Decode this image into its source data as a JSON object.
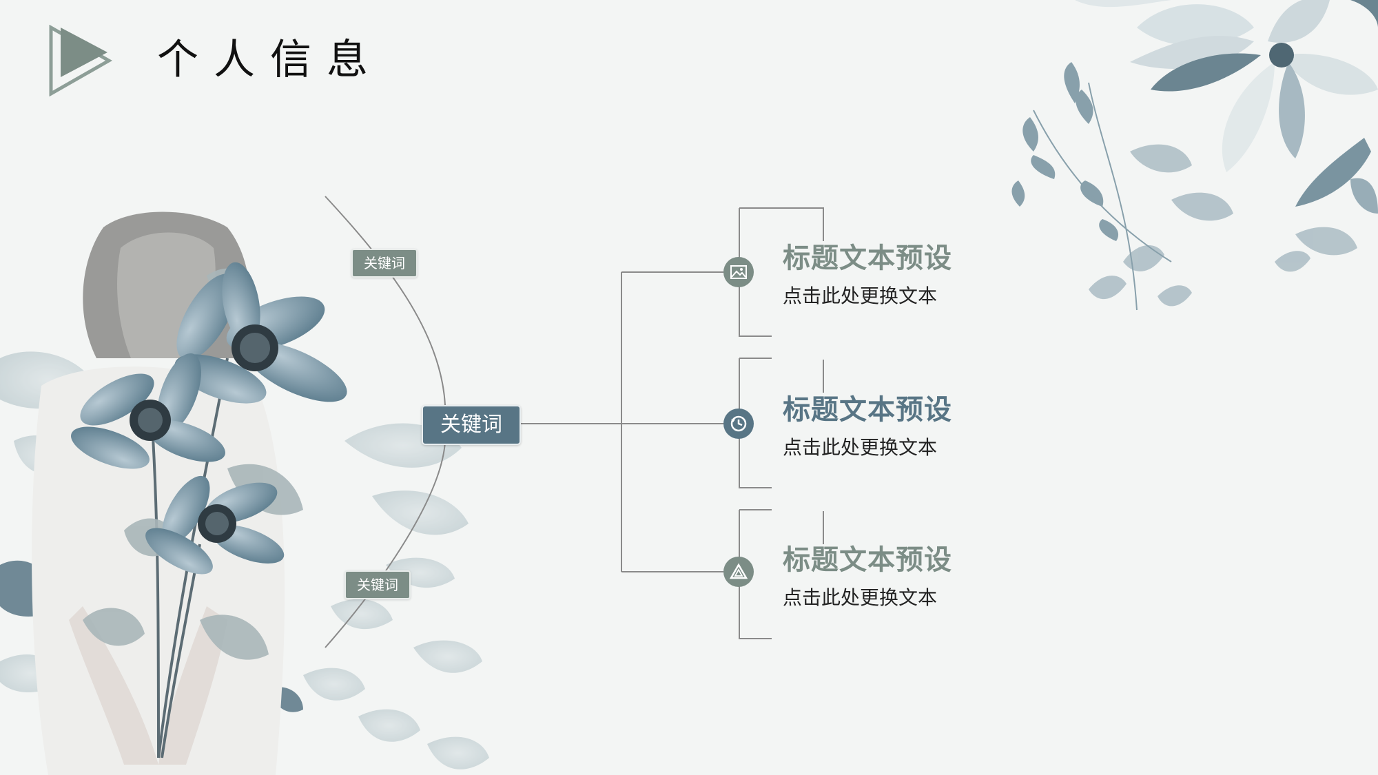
{
  "header": {
    "title": "个人信息",
    "play_icon": "play-triangle-icon"
  },
  "mindmap": {
    "center_keyword": "关键词",
    "side_keywords": [
      "关键词",
      "关键词"
    ],
    "items": [
      {
        "icon": "landscape-photo-icon",
        "title": "标题文本预设",
        "desc": "点击此处更换文本",
        "title_color": "#7c8d86",
        "icon_color": "#7c8d86"
      },
      {
        "icon": "clock-history-icon",
        "title": "标题文本预设",
        "desc": "点击此处更换文本",
        "title_color": "#587585",
        "icon_color": "#587585"
      },
      {
        "icon": "triangle-recycle-icon",
        "title": "标题文本预设",
        "desc": "点击此处更换文本",
        "title_color": "#7c8d86",
        "icon_color": "#7c8d86"
      }
    ]
  },
  "colors": {
    "background": "#f3f5f4",
    "sage_gray": "#7c8d86",
    "slate_blue": "#587585",
    "line": "#8a8a8a"
  }
}
